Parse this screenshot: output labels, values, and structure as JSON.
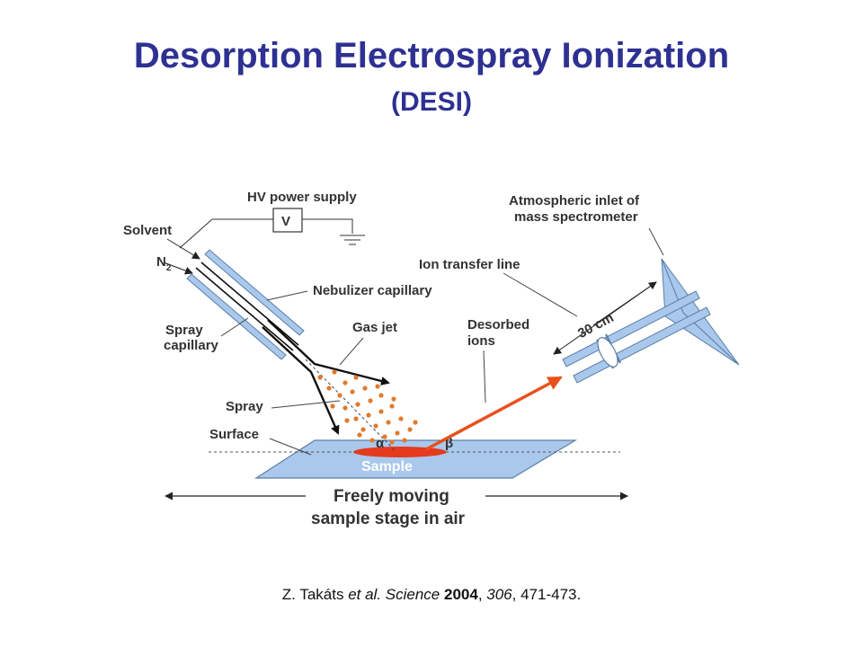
{
  "title": "Desorption Electrospray Ionization",
  "subtitle": "(DESI)",
  "diagram": {
    "labels": {
      "hv_power_supply": "HV power supply",
      "voltage_symbol": "V",
      "solvent": "Solvent",
      "n2": "N",
      "n2_sub": "2",
      "spray_capillary_1": "Spray",
      "spray_capillary_2": "capillary",
      "nebulizer_capillary": "Nebulizer capillary",
      "gas_jet": "Gas jet",
      "spray": "Spray",
      "surface": "Surface",
      "sample": "Sample",
      "alpha": "α",
      "beta": "β",
      "desorbed_ions_1": "Desorbed",
      "desorbed_ions_2": "ions",
      "ion_transfer_line": "Ion transfer line",
      "length": "30 cm",
      "atmospheric_inlet_1": "Atmospheric inlet of",
      "atmospheric_inlet_2": "mass spectrometer",
      "stage_1": "Freely moving",
      "stage_2": "sample stage in air"
    },
    "colors": {
      "blue_fill": "#a9c8ec",
      "blue_stroke": "#5b7ea6",
      "orange": "#e8501c",
      "dots": "#e07a2c",
      "sample_red": "#e53a1e"
    }
  },
  "citation": {
    "authors": "Z. Takáts ",
    "etal": "et al.",
    "journal": " Science ",
    "year": "2004",
    "sep1": ", ",
    "volume": "306",
    "pages": ", 471-473."
  }
}
